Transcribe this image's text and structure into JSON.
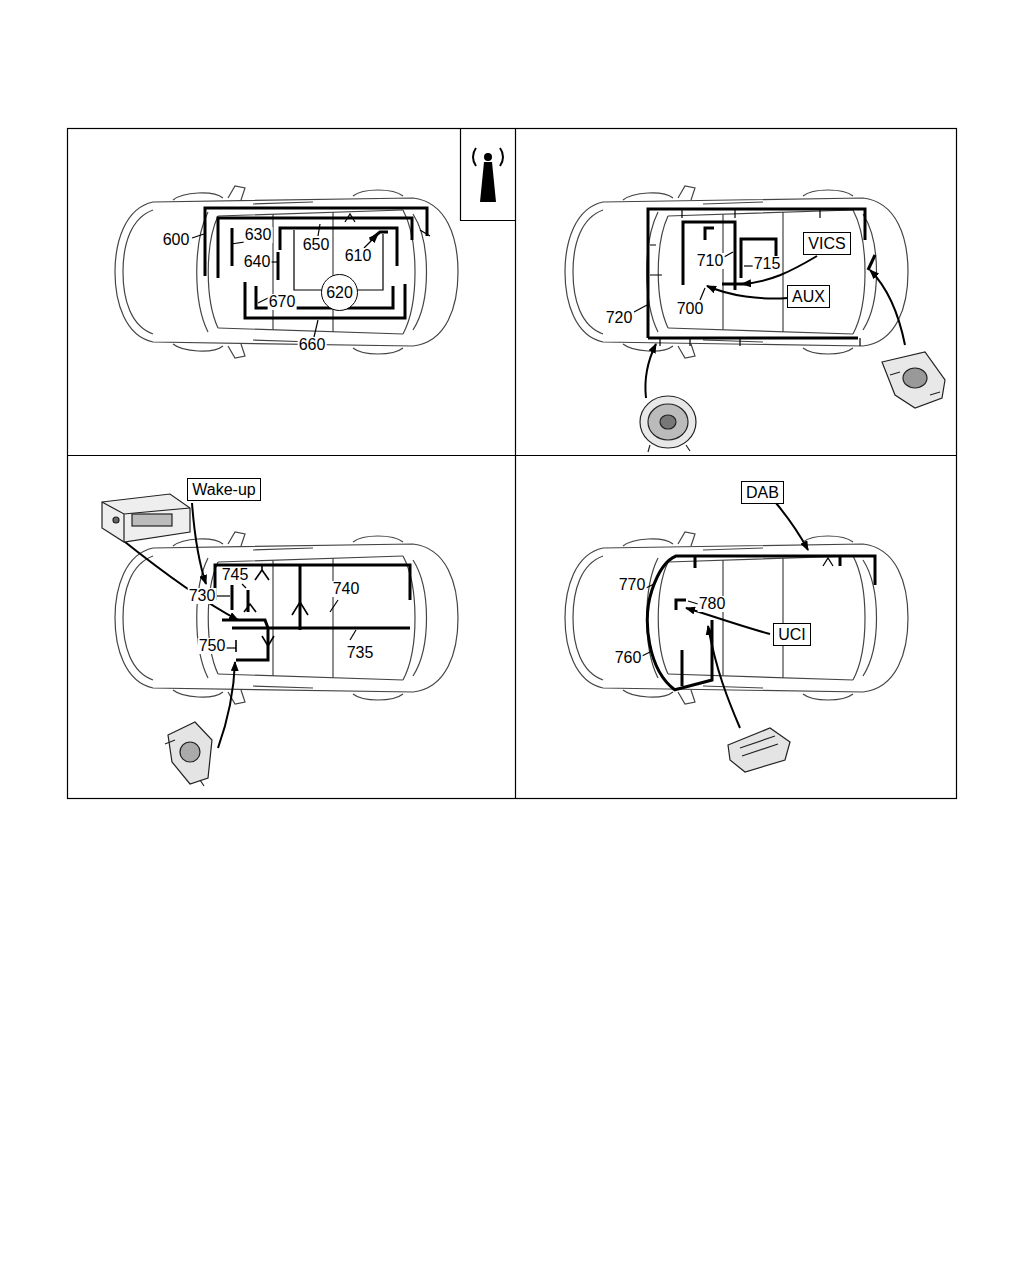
{
  "diagram": {
    "nodes": [
      {
        "text": [
          "620"
        ]
      },
      {
        "text": [
          "VICS"
        ]
      },
      {
        "text": [
          "AUX"
        ]
      },
      {
        "text": [
          "Wake-up"
        ]
      },
      {
        "text": [
          "DAB"
        ]
      },
      {
        "text": [
          "UCI"
        ]
      }
    ],
    "labels": [
      "600",
      "630",
      "650",
      "610",
      "640",
      "670",
      "660",
      "710",
      "715",
      "700",
      "720",
      "745",
      "730",
      "740",
      "750",
      "735",
      "770",
      "780",
      "760"
    ]
  }
}
